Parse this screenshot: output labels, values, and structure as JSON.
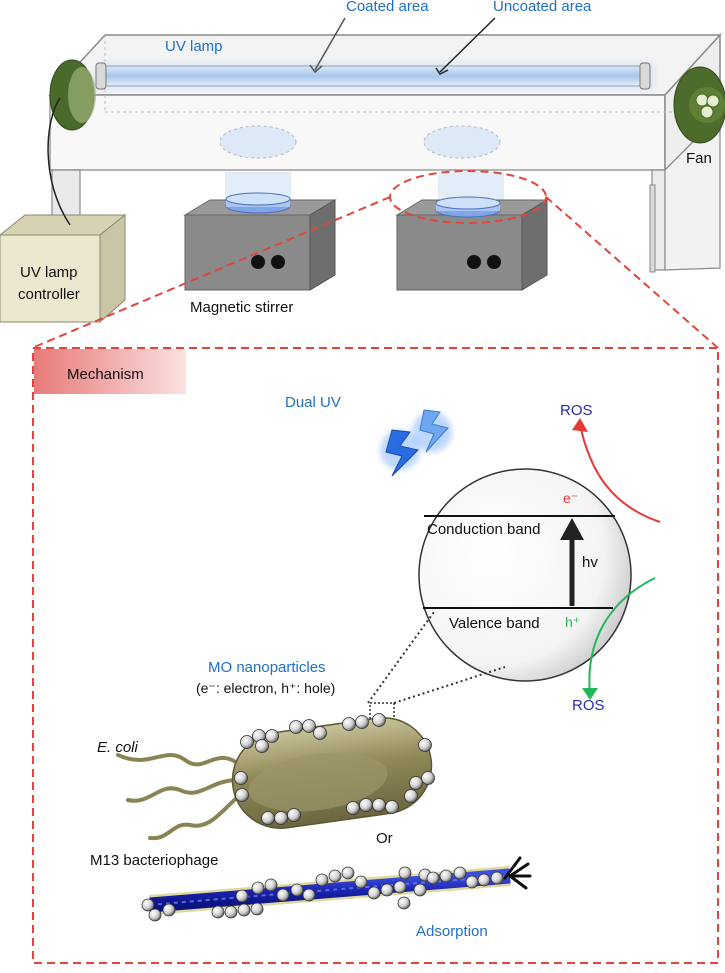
{
  "apparatus": {
    "coated_area": "Coated area",
    "uncoated_area": "Uncoated area",
    "uv_lamp": "UV lamp",
    "fan": "Fan",
    "controller_line1": "UV lamp",
    "controller_line2": "controller",
    "stirrer": "Magnetic stirrer"
  },
  "mechanism": {
    "title": "Mechanism",
    "dual_uv": "Dual UV",
    "ros_top": "ROS",
    "ros_bottom": "ROS",
    "e_minus": "e⁻",
    "conduction_band": "Conduction band",
    "hv": "hv",
    "valence_band": "Valence band",
    "h_plus": "h⁺",
    "mo_nanoparticles": "MO nanoparticles",
    "mo_legend": "(e⁻: electron, h⁺: hole)",
    "ecoli": "E. coli",
    "or": "Or",
    "m13": "M13 bacteriophage",
    "adsorption": "Adsorption"
  },
  "colors": {
    "label_blue": "#1f6fc6",
    "ros_navy": "#2b2ba8",
    "dashed_red": "#e2453a",
    "electron_red": "#e53935",
    "hole_green": "#22b85a",
    "bacterium_olive": "#8a8455",
    "phage_blue": "#1f2fbf"
  }
}
